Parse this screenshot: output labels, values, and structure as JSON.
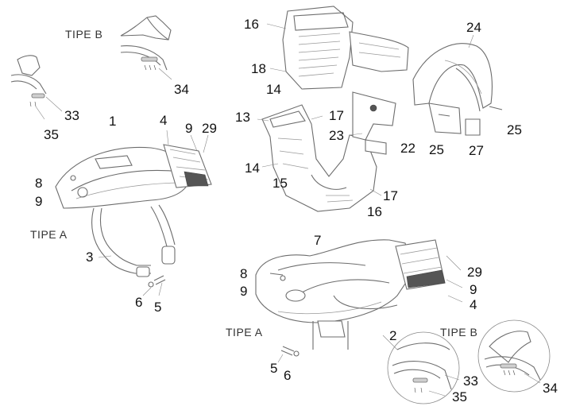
{
  "labels": {
    "tipe_a_left": "TIPE A",
    "tipe_b_top": "TIPE B",
    "tipe_a_bottom": "TIPE A",
    "tipe_b_bottom": "TIPE B",
    "n1": "1",
    "n2": "2",
    "n3": "3",
    "n4_top": "4",
    "n4_bottom": "4",
    "n5_left": "5",
    "n5_bottom": "5",
    "n6_left": "6",
    "n6_bottom": "6",
    "n7": "7",
    "n8_left": "8",
    "n8_bottom": "8",
    "n9_left": "9",
    "n9_top": "9",
    "n9_bottom_left": "9",
    "n9_bottom_right": "9",
    "n13": "13",
    "n14_a": "14",
    "n14_b": "14",
    "n15": "15",
    "n16_top": "16",
    "n16_bottom": "16",
    "n17_a": "17",
    "n17_b": "17",
    "n18": "18",
    "n22": "22",
    "n23": "23",
    "n24": "24",
    "n25_a": "25",
    "n25_b": "25",
    "n27": "27",
    "n29_top": "29",
    "n29_bottom": "29",
    "n33_top": "33",
    "n33_bottom": "33",
    "n34_top": "34",
    "n34_bottom": "34",
    "n35_top": "35",
    "n35_bottom": "35"
  }
}
